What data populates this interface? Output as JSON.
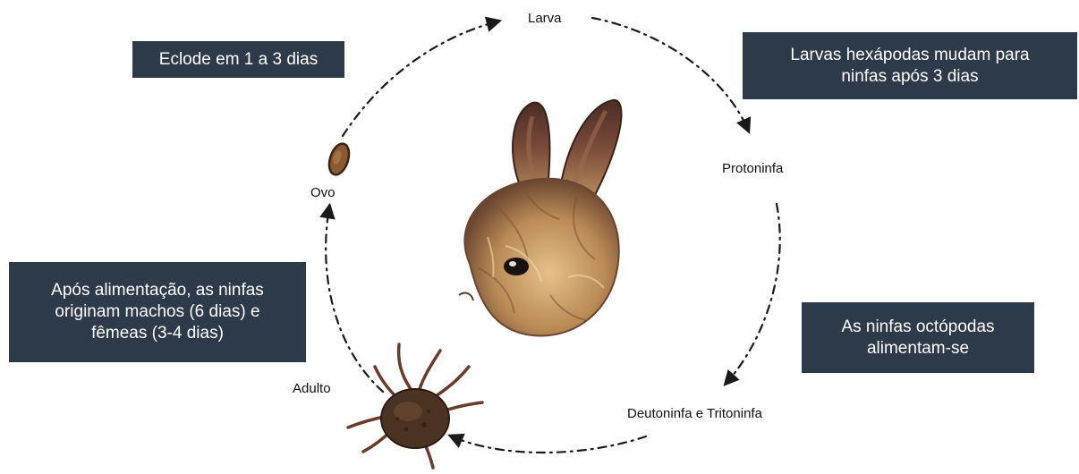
{
  "stages": {
    "larva": "Larva",
    "protoninfa": "Protoninfa",
    "deutoninfa": "Deutoninfa e Tritoninfa",
    "adulto": "Adulto",
    "ovo": "Ovo"
  },
  "notes": {
    "eclode": "Eclode em 1 a 3 dias",
    "larvas": "Larvas hexápodas mudam para\nninfas após 3 dias",
    "octopodas": "As ninfas octópodas\nalimentam-se",
    "alimentacao": "Após alimentação, as ninfas\noriginam machos (6 dias) e\nfêmeas (3-4 dias)"
  },
  "colors": {
    "box": "#2d3a49",
    "box_text": "#ffffff",
    "arrow": "#1a1a1a",
    "fur_light": "#d9b27a",
    "fur_dark": "#5a3a2a",
    "mite": "#4a3322"
  },
  "icons": {
    "rabbit": "rabbit-head-illustration",
    "mite": "mite-illustration",
    "egg": "egg-illustration"
  }
}
